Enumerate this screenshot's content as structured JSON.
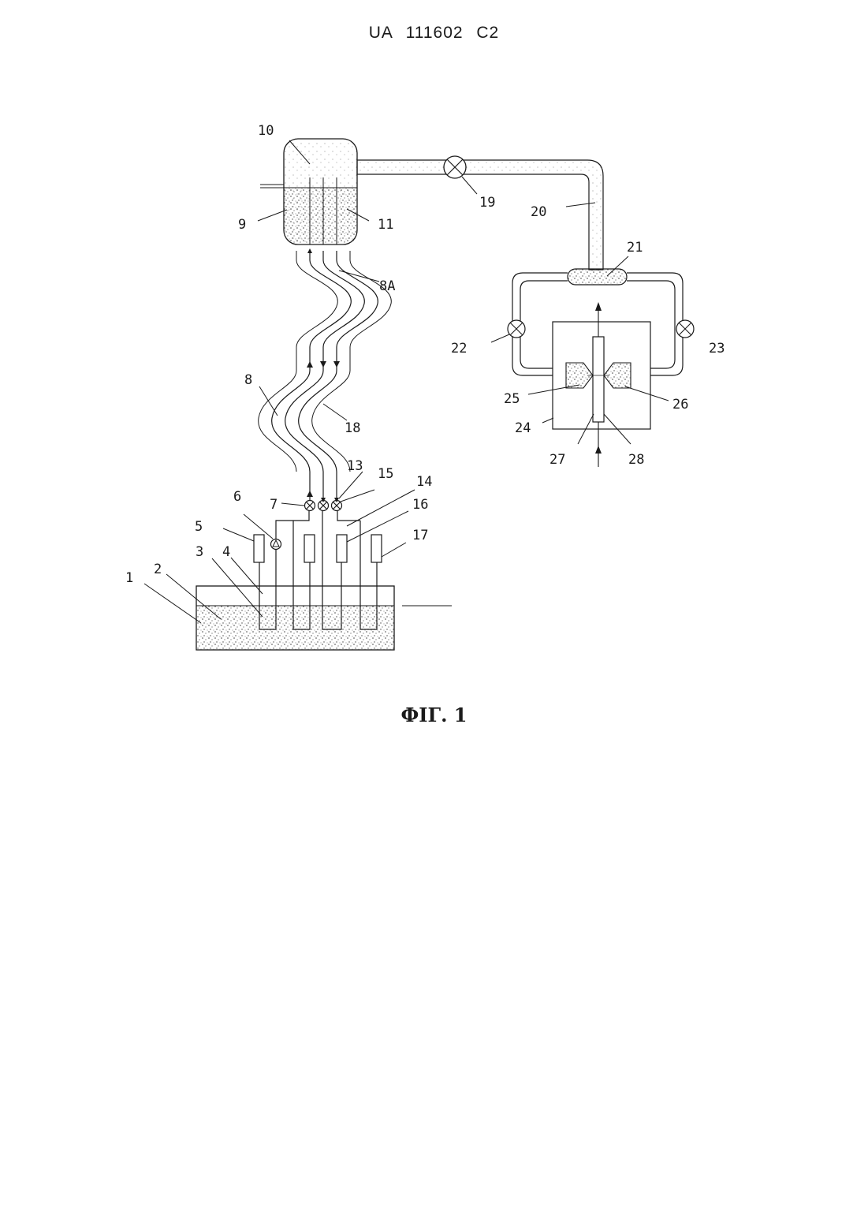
{
  "header": {
    "patent_number": "UA 111602 C2"
  },
  "figure": {
    "caption": "ФІГ. 1",
    "reference_labels": {
      "r1": "1",
      "r2": "2",
      "r3": "3",
      "r4": "4",
      "r5": "5",
      "r6": "6",
      "r7": "7",
      "r8": "8",
      "r8a": "8A",
      "r9": "9",
      "r10": "10",
      "r11": "11",
      "r13": "13",
      "r14": "14",
      "r15": "15",
      "r16": "16",
      "r17": "17",
      "r18": "18",
      "r19": "19",
      "r20": "20",
      "r21": "21",
      "r22": "22",
      "r23": "23",
      "r24": "24",
      "r25": "25",
      "r26": "26",
      "r27": "27",
      "r28": "28"
    }
  }
}
